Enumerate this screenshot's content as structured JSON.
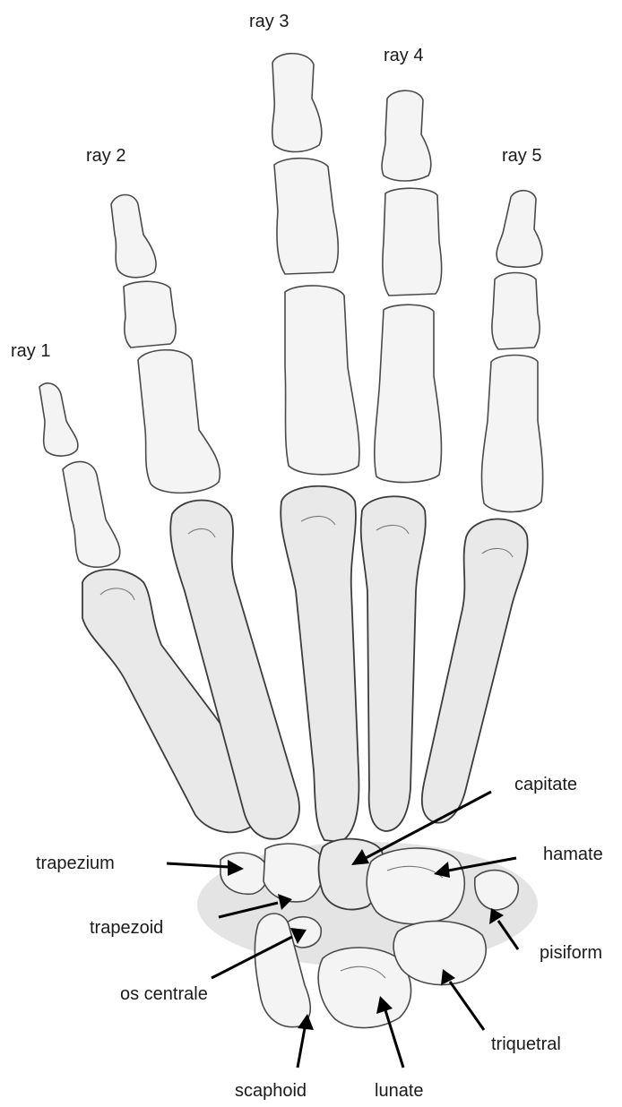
{
  "labels": {
    "ray1": "ray 1",
    "ray2": "ray 2",
    "ray3": "ray 3",
    "ray4": "ray 4",
    "ray5": "ray 5",
    "capitate": "capitate",
    "hamate": "hamate",
    "trapezium": "trapezium",
    "trapezoid": "trapezoid",
    "pisiform": "pisiform",
    "os_centrale": "os centrale",
    "triquetral": "triquetral",
    "scaphoid": "scaphoid",
    "lunate": "lunate"
  }
}
